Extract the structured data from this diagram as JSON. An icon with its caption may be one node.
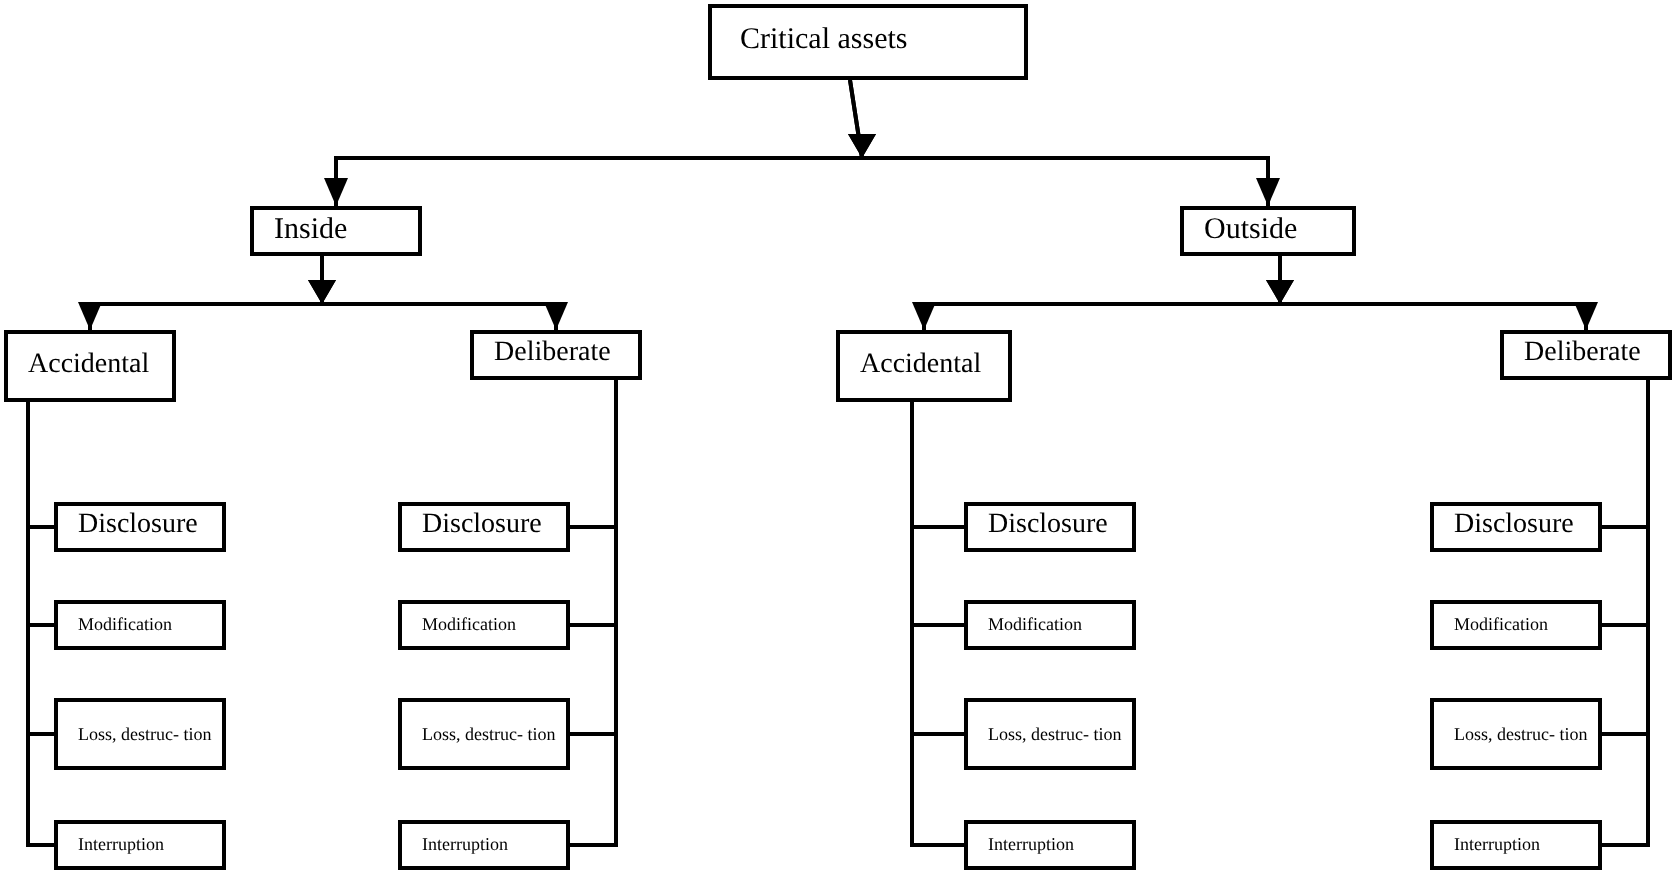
{
  "diagram": {
    "nodes": [
      {
        "text": [
          "Critical assets"
        ]
      },
      {
        "text": [
          "Inside"
        ]
      },
      {
        "text": [
          "Outside"
        ]
      },
      {
        "text": [
          "Accidental"
        ]
      },
      {
        "text": [
          "Deliberate"
        ]
      },
      {
        "text": [
          "Accidental"
        ]
      },
      {
        "text": [
          "Deliberate"
        ]
      },
      {
        "text": [
          "Disclosure"
        ]
      },
      {
        "text": [
          "Modification"
        ]
      },
      {
        "text": [
          "Loss, destruc- tion"
        ]
      },
      {
        "text": [
          "Interruption"
        ]
      },
      {
        "text": [
          "Disclosure"
        ]
      },
      {
        "text": [
          "Modification"
        ]
      },
      {
        "text": [
          "Loss, destruc- tion"
        ]
      },
      {
        "text": [
          "Interruption"
        ]
      },
      {
        "text": [
          "Disclosure"
        ]
      },
      {
        "text": [
          "Modification"
        ]
      },
      {
        "text": [
          "Loss, destruc- tion"
        ]
      },
      {
        "text": [
          "Interruption"
        ]
      },
      {
        "text": [
          "Disclosure"
        ]
      },
      {
        "text": [
          "Modification"
        ]
      },
      {
        "text": [
          "Loss, destruc- tion"
        ]
      },
      {
        "text": [
          "Interruption"
        ]
      }
    ],
    "edges": [
      {
        "from": 0,
        "to": 1,
        "arrow": "to"
      },
      {
        "from": 0,
        "to": 2,
        "arrow": "to"
      },
      {
        "from": 1,
        "to": 3,
        "arrow": "to"
      },
      {
        "from": 1,
        "to": 4,
        "arrow": "to"
      },
      {
        "from": 2,
        "to": 5,
        "arrow": "to"
      },
      {
        "from": 2,
        "to": 6,
        "arrow": "to"
      },
      {
        "from": 3,
        "to": 7,
        "arrow": "none"
      },
      {
        "from": 3,
        "to": 8,
        "arrow": "none"
      },
      {
        "from": 3,
        "to": 9,
        "arrow": "none"
      },
      {
        "from": 3,
        "to": 10,
        "arrow": "none"
      },
      {
        "from": 4,
        "to": 11,
        "arrow": "none"
      },
      {
        "from": 4,
        "to": 12,
        "arrow": "none"
      },
      {
        "from": 4,
        "to": 13,
        "arrow": "none"
      },
      {
        "from": 4,
        "to": 14,
        "arrow": "none"
      },
      {
        "from": 5,
        "to": 15,
        "arrow": "none"
      },
      {
        "from": 5,
        "to": 16,
        "arrow": "none"
      },
      {
        "from": 5,
        "to": 17,
        "arrow": "none"
      },
      {
        "from": 5,
        "to": 18,
        "arrow": "none"
      },
      {
        "from": 6,
        "to": 19,
        "arrow": "none"
      },
      {
        "from": 6,
        "to": 20,
        "arrow": "none"
      },
      {
        "from": 6,
        "to": 21,
        "arrow": "none"
      },
      {
        "from": 6,
        "to": 22,
        "arrow": "none"
      }
    ]
  }
}
